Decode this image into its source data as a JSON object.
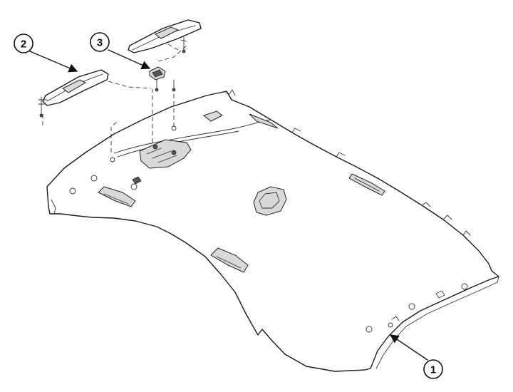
{
  "callouts": [
    {
      "label": "1",
      "part": "headliner"
    },
    {
      "label": "2",
      "part": "sunvisor-left"
    },
    {
      "label": "3",
      "part": "sunvisor-retainer"
    }
  ]
}
